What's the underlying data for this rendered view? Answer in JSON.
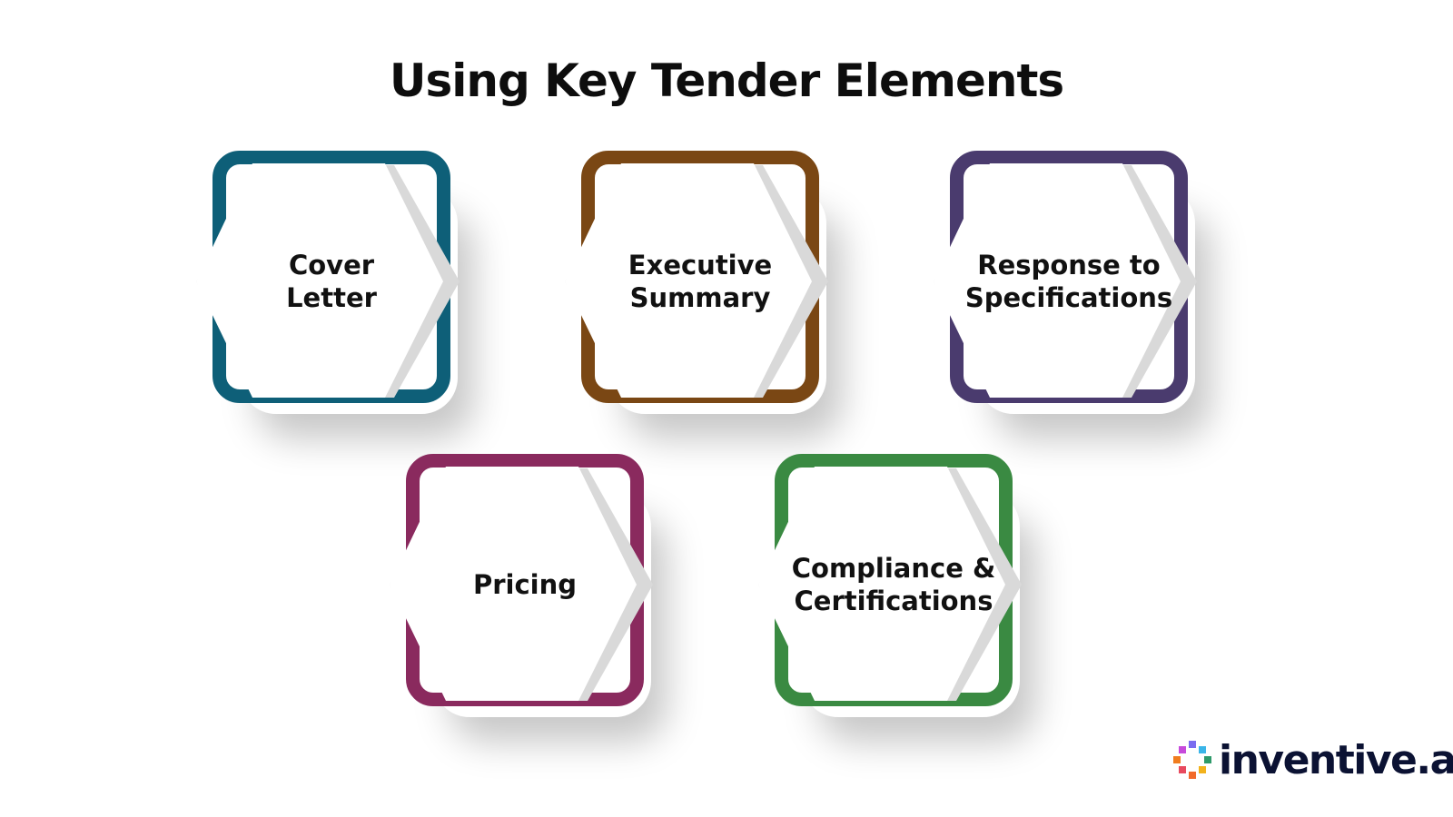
{
  "title": "Using Key Tender Elements",
  "cards": [
    {
      "label": "Cover\nLetter",
      "color": "#0e5f78"
    },
    {
      "label": "Executive\nSummary",
      "color": "#7a4714"
    },
    {
      "label": "Response to\nSpecifications",
      "color": "#4a3b6e"
    },
    {
      "label": "Pricing",
      "color": "#8a2a5e"
    },
    {
      "label": "Compliance &\nCertifications",
      "color": "#3a8a42"
    }
  ],
  "logo": {
    "text": "inventive.ai",
    "icon": "inventive-logo-icon"
  }
}
